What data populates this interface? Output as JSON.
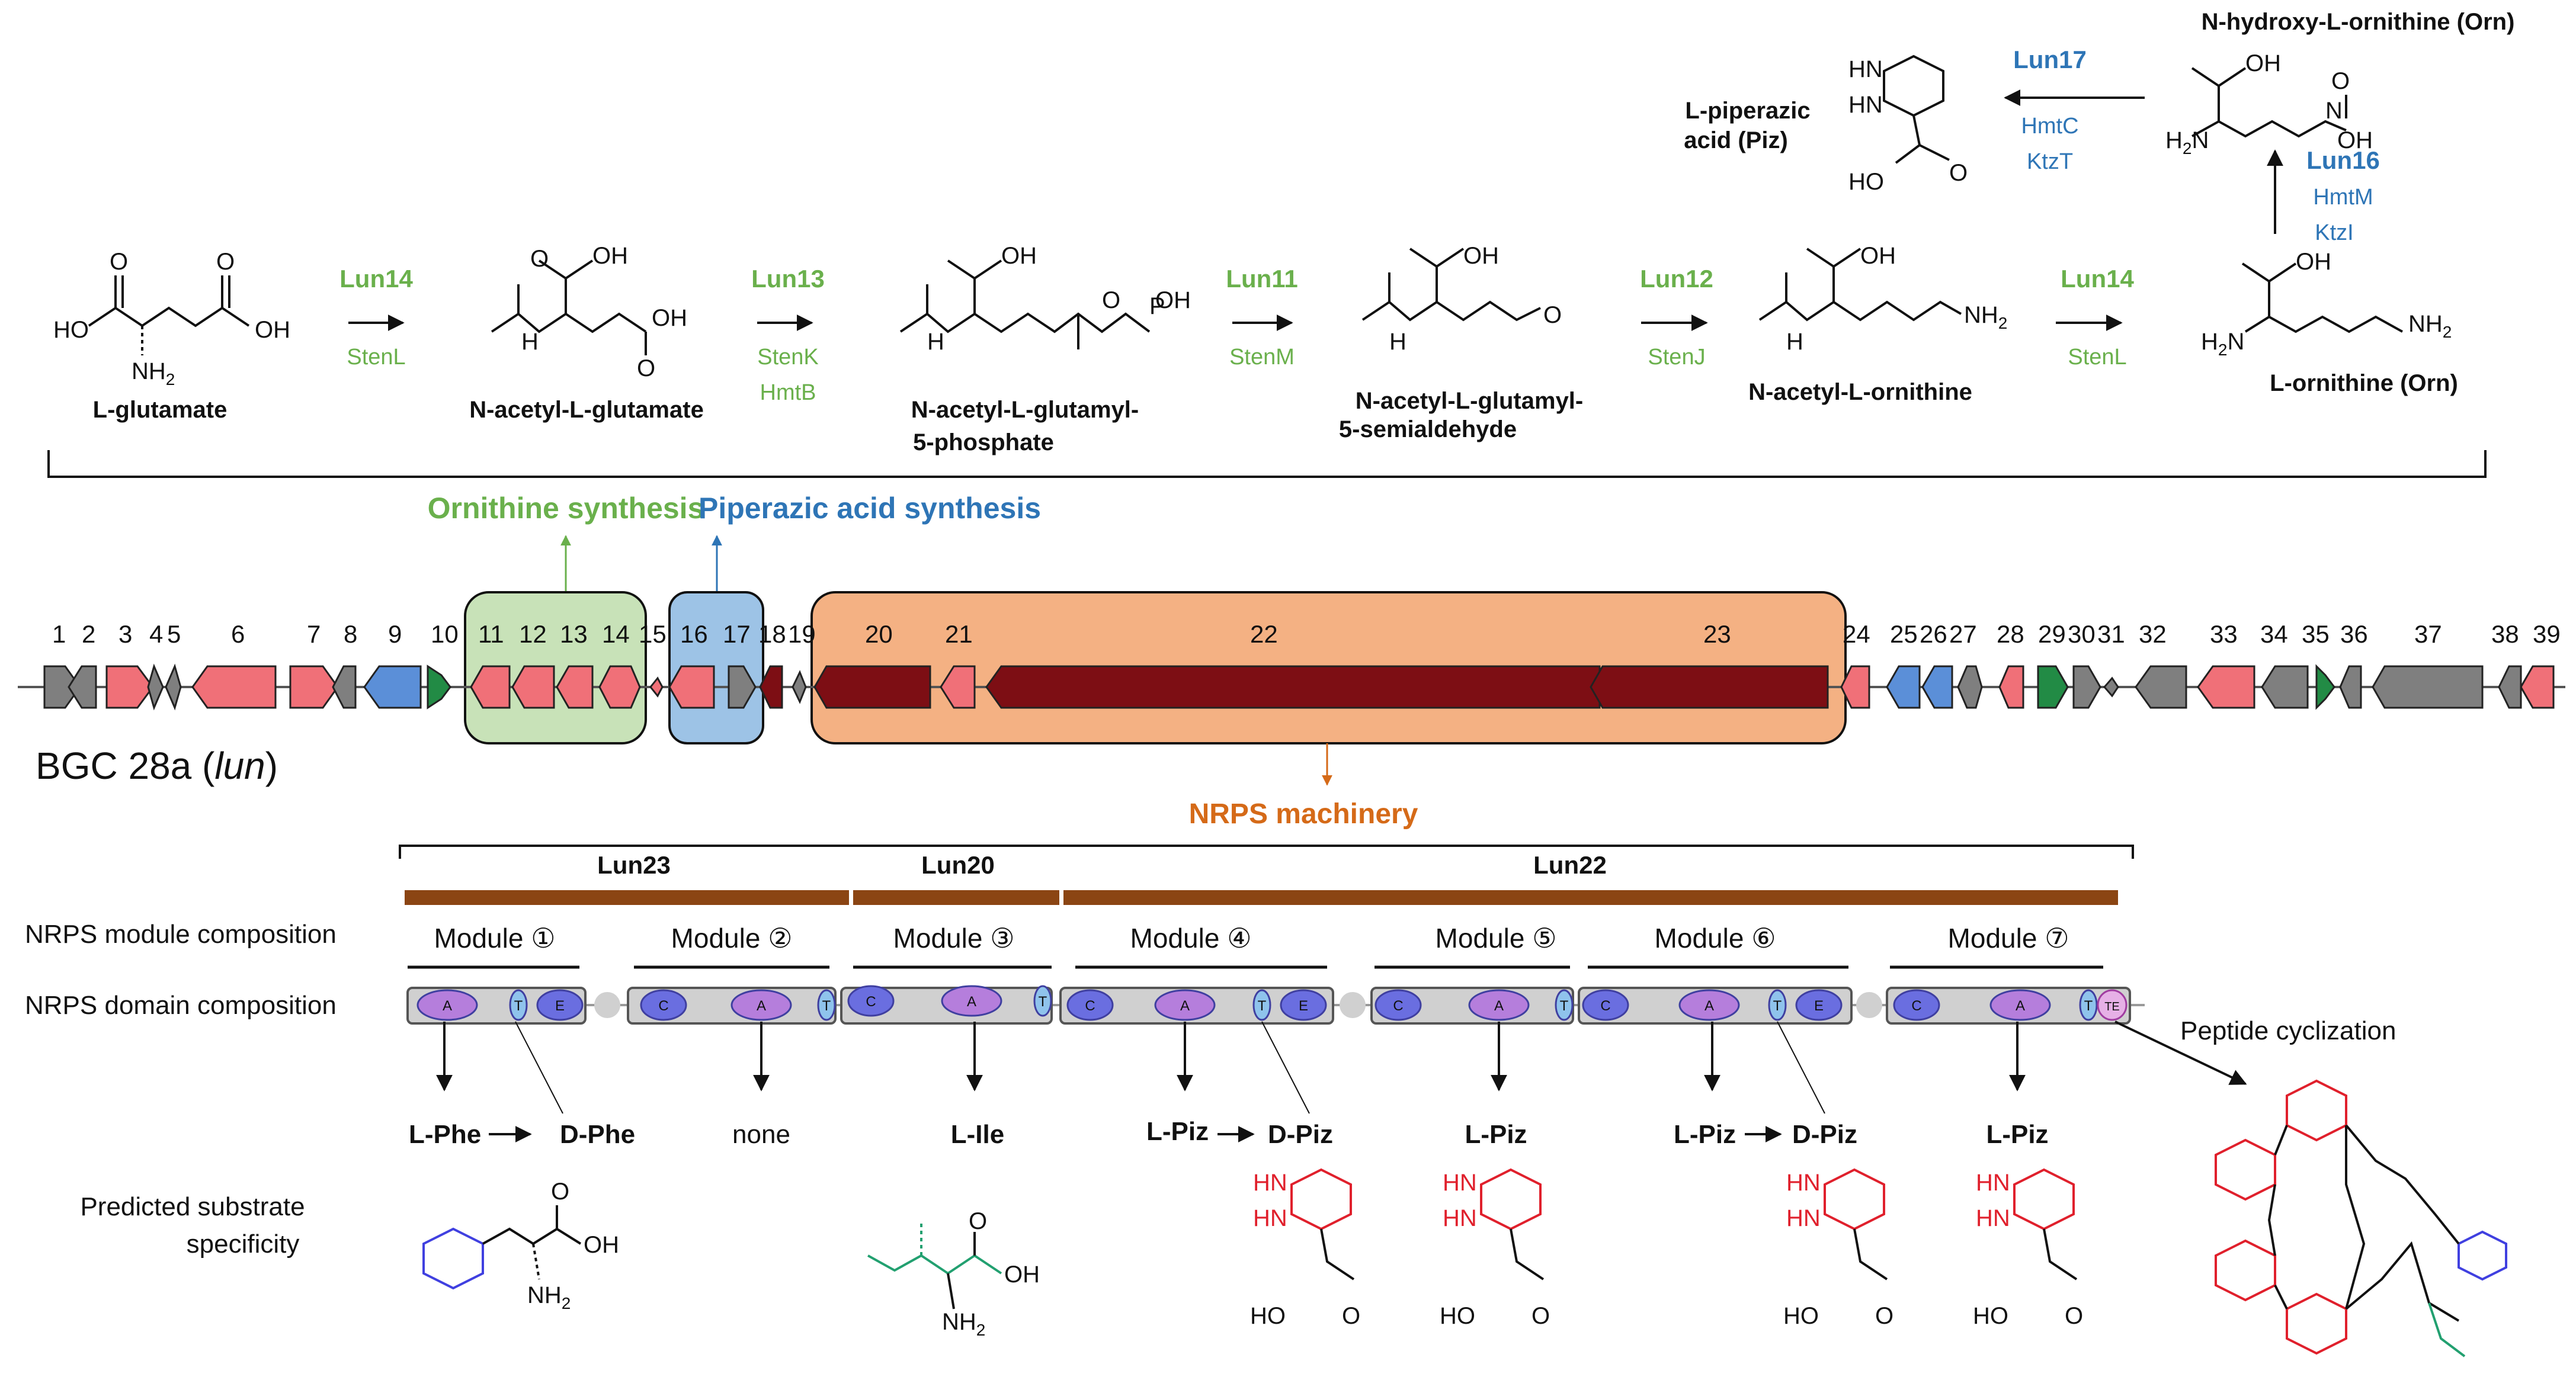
{
  "pathway": {
    "compounds": [
      {
        "id": "glu",
        "name": "L-glutamate",
        "name_html_parts": [
          "L",
          "-glutamate"
        ]
      },
      {
        "id": "nag",
        "name": "N-acetyl-L-glutamate"
      },
      {
        "id": "nagp_1",
        "name": "N-acetyl-L-glutamyl-"
      },
      {
        "id": "nagp_2",
        "name": "5-phosphate"
      },
      {
        "id": "nags_1",
        "name": "N-acetyl-L-glutamyl-"
      },
      {
        "id": "nags_2",
        "name": "5-semialdehyde"
      },
      {
        "id": "nao",
        "name": "N-acetyl-L-ornithine"
      },
      {
        "id": "orn",
        "name": "L-ornithine (Orn)"
      },
      {
        "id": "nhorn",
        "name": "N-hydroxy-L-ornithine (Orn)"
      },
      {
        "id": "piz_1",
        "name": "L-piperazic"
      },
      {
        "id": "piz_2",
        "name": "acid (Piz)"
      }
    ],
    "steps": [
      {
        "enzyme": "Lun14",
        "homologs": [
          "StenL"
        ]
      },
      {
        "enzyme": "Lun13",
        "homologs": [
          "StenK",
          "HmtB"
        ]
      },
      {
        "enzyme": "Lun11",
        "homologs": [
          "StenM"
        ]
      },
      {
        "enzyme": "Lun12",
        "homologs": [
          "StenJ"
        ]
      },
      {
        "enzyme": "Lun14",
        "homologs": [
          "StenL"
        ]
      },
      {
        "enzyme": "Lun16",
        "homologs": [
          "HmtM",
          "KtzI"
        ]
      },
      {
        "enzyme": "Lun17",
        "homologs": [
          "HmtC",
          "KtzT"
        ]
      }
    ],
    "atoms": {
      "HO": "HO",
      "OH": "OH",
      "O": "O",
      "N": "N",
      "NH2": "NH",
      "NH2_sub": "2",
      "H2N": "H",
      "H2N_sub": "2",
      "H2N_N": "N",
      "H": "H",
      "P": "P",
      "HN": "HN",
      "OH_small": "OH"
    }
  },
  "cluster": {
    "title_prefix": "BGC 28a (",
    "title_italic": "lun",
    "title_suffix": ")",
    "group_labels": {
      "ornithine": "Ornithine synthesis",
      "piperazic": "Piperazic acid synthesis",
      "nrps": "NRPS machinery"
    },
    "gene_numbers": [
      "1",
      "2",
      "3",
      "4",
      "5",
      "6",
      "7",
      "8",
      "9",
      "10",
      "11",
      "12",
      "13",
      "14",
      "15",
      "16",
      "17",
      "18",
      "19",
      "20",
      "21",
      "22",
      "23",
      "24",
      "25",
      "26",
      "27",
      "28",
      "29",
      "30",
      "31",
      "32",
      "33",
      "34",
      "35",
      "36",
      "37",
      "38",
      "39"
    ],
    "colors": {
      "red": "#f07078",
      "gray": "#7f7f7f",
      "blue": "#5b8fd8",
      "green": "#228b45",
      "darkred": "#7d0e14"
    }
  },
  "nrps": {
    "proteins": [
      "Lun23",
      "Lun20",
      "Lun22"
    ],
    "row_module_label": "NRPS module composition",
    "row_domain_label": "NRPS domain composition",
    "modules": [
      {
        "label": "Module ①",
        "substrate": "L-Phe",
        "product": "D-Phe"
      },
      {
        "label": "Module ②",
        "substrate": "none"
      },
      {
        "label": "Module ③",
        "substrate": "L-Ile"
      },
      {
        "label": "Module ④",
        "substrate": "L-Piz",
        "product": "D-Piz"
      },
      {
        "label": "Module ⑤",
        "substrate": "L-Piz"
      },
      {
        "label": "Module ⑥",
        "substrate": "L-Piz",
        "product": "D-Piz"
      },
      {
        "label": "Module ⑦",
        "substrate": "L-Piz"
      }
    ],
    "domains": {
      "A": "A",
      "C": "C",
      "T": "T",
      "E": "E",
      "TE": "TE"
    },
    "cyclization": "Peptide cyclization",
    "specificity_1": "Predicted substrate",
    "specificity_2": "specificity",
    "domain_colors": {
      "A": "#b57edc",
      "C": "#6a6ee0",
      "T": "#8fc3ec",
      "E": "#6a6ee0",
      "TE": "#e6b0e6"
    }
  }
}
